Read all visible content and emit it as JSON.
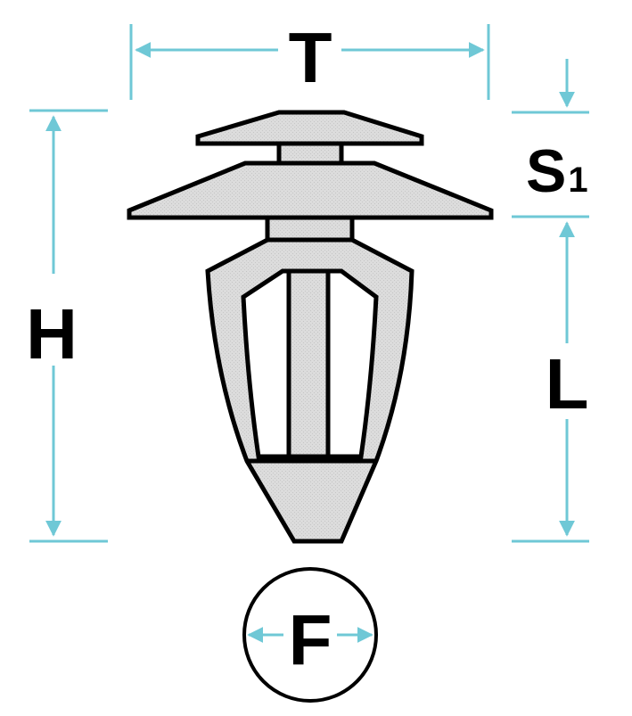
{
  "labels": {
    "t": "T",
    "s": "S",
    "s_sub": "1",
    "h": "H",
    "l": "L",
    "f": "F"
  },
  "colors": {
    "dimension_line": "#6fc8d6",
    "outline": "#000000",
    "fill": "#d9d9d9",
    "background": "#ffffff"
  }
}
